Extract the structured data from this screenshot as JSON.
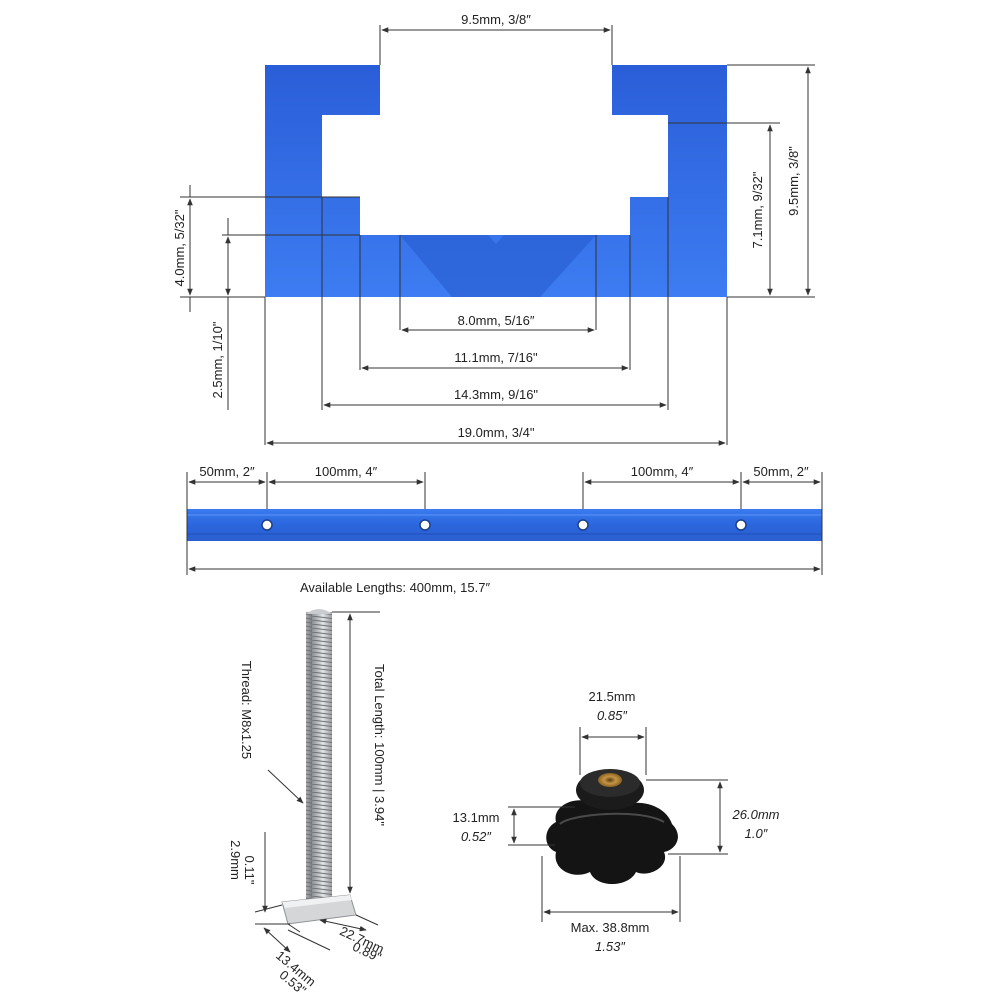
{
  "profile": {
    "slot_top": "9.5mm,  3/8″",
    "height_total": "9.5mm,  3/8\"",
    "height_inner": "7.1mm, 9/32\"",
    "depth_upper": "4.0mm, 5/32\"",
    "depth_lower": "2.5mm, 1/10\"",
    "w_8": "8.0mm, 5/16″",
    "w_11": "11.1mm, 7/16\"",
    "w_14": "14.3mm, 9/16\"",
    "w_19": "19.0mm, 3/4\""
  },
  "track": {
    "spacing_left_end": "50mm, 2″",
    "spacing_left_mid": "100mm, 4″",
    "spacing_right_mid": "100mm, 4″",
    "spacing_right_end": "50mm, 2″",
    "available_lengths": "Available Lengths:  400mm, 15.7″",
    "color": "#2f6fe0"
  },
  "bolt": {
    "thread": "Thread: M8x1.25",
    "total_length": "Total Length: 100mm | 3.94\"",
    "head_h_mm": "2.9mm",
    "head_h_in": "0.11\"",
    "head_w_mm": "22.7mm",
    "head_w_in": "0.89\"",
    "head_d_mm": "13.4mm",
    "head_d_in": "0.53\""
  },
  "knob": {
    "hub_mm": "21.5mm",
    "hub_in": "0.85″",
    "hub_h_mm": "13.1mm",
    "hub_h_in": "0.52″",
    "height_mm": "26.0mm",
    "height_in": "1.0″",
    "max_mm": "Max. 38.8mm",
    "max_in": "1.53″"
  }
}
